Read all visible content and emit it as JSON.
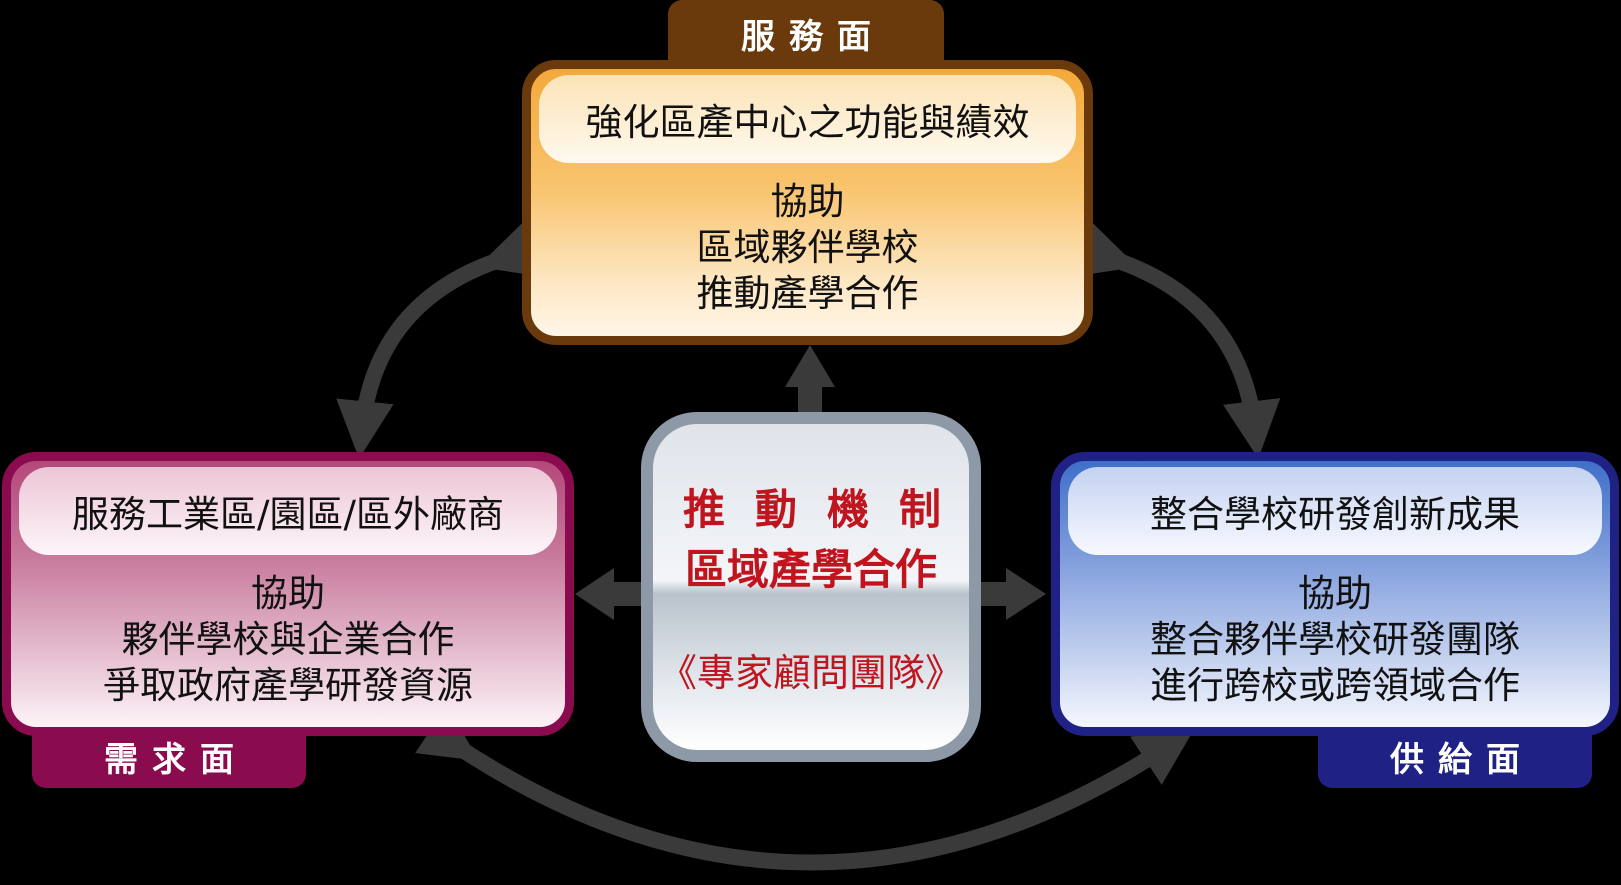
{
  "top": {
    "tab": "服務面",
    "heading": "強化區產中心之功能與績效",
    "lines": [
      "協助",
      "區域夥伴學校",
      "推動產學合作"
    ],
    "colors": {
      "border": "#6b3a0c",
      "fill": "#f4a83a"
    }
  },
  "left": {
    "tab": "需求面",
    "heading": "服務工業區/園區/區外廠商",
    "lines": [
      "協助",
      "夥伴學校與企業合作",
      "爭取政府產學研發資源"
    ],
    "colors": {
      "border": "#8a0b4e",
      "fill": "#b4487a"
    }
  },
  "right": {
    "tab": "供給面",
    "heading": "整合學校研發創新成果",
    "lines": [
      "協助",
      "整合夥伴學校研發團隊",
      "進行跨校或跨領域合作"
    ],
    "colors": {
      "border": "#1f2185",
      "fill": "#3f6fc9"
    }
  },
  "center": {
    "line1": "推動機制",
    "line2": "區域產學合作",
    "line3": "《專家顧問團隊》",
    "colors": {
      "text": "#c0141e",
      "border": "#8d99a6"
    }
  },
  "arrows": {
    "color": "#3a3a3a"
  }
}
